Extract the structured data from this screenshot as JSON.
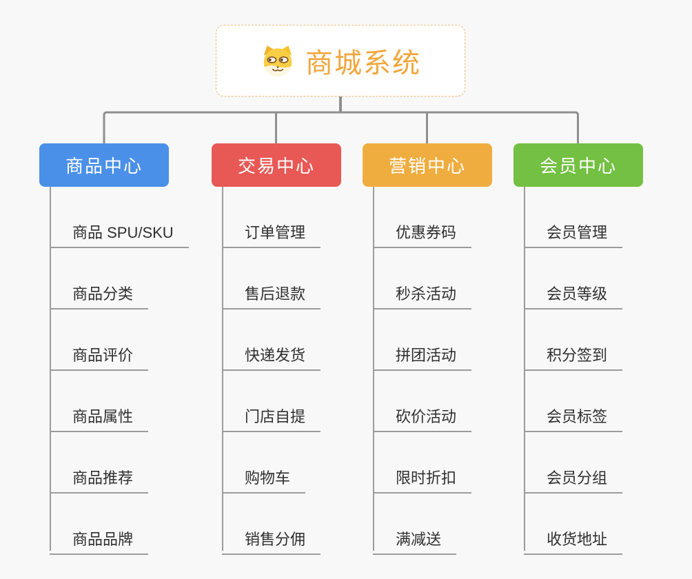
{
  "page": {
    "background": "#f8f8f8",
    "connector_color": "#8f8f8f"
  },
  "root": {
    "title": "商城系统",
    "title_color": "#F1A63C",
    "icon": "doge-face-icon"
  },
  "branches": [
    {
      "label": "商品中心",
      "color": "#4B90E8",
      "items": [
        "商品 SPU/SKU",
        "商品分类",
        "商品评价",
        "商品属性",
        "商品推荐",
        "商品品牌"
      ]
    },
    {
      "label": "交易中心",
      "color": "#E85955",
      "items": [
        "订单管理",
        "售后退款",
        "快递发货",
        "门店自提",
        "购物车",
        "销售分佣"
      ]
    },
    {
      "label": "营销中心",
      "color": "#EFAD40",
      "items": [
        "优惠券码",
        "秒杀活动",
        "拼团活动",
        "砍价活动",
        "限时折扣",
        "满减送"
      ]
    },
    {
      "label": "会员中心",
      "color": "#73C043",
      "items": [
        "会员管理",
        "会员等级",
        "积分签到",
        "会员标签",
        "会员分组",
        "收货地址"
      ]
    }
  ]
}
